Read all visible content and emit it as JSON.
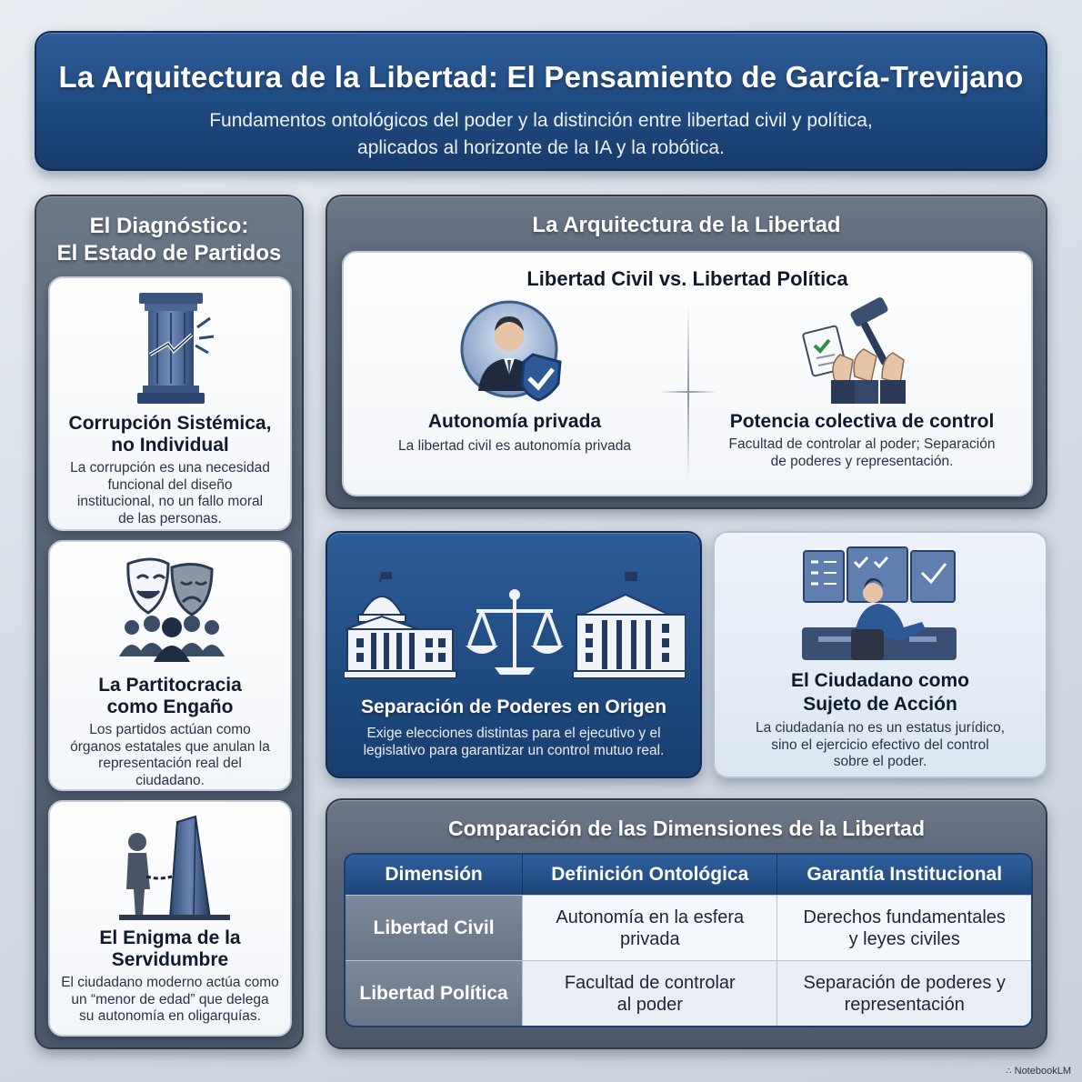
{
  "header": {
    "title": "La Arquitectura de la Libertad: El Pensamiento de García-Trevijano",
    "subtitle_line1": "Fundamentos ontológicos del poder y la distinción entre libertad civil y política,",
    "subtitle_line2": "aplicados al horizonte de la IA y la robótica."
  },
  "diagnosis": {
    "title_line1": "El Diagnóstico:",
    "title_line2": "El Estado de Partidos",
    "cards": [
      {
        "icon": "broken-column-icon",
        "title_line1": "Corrupción Sistémica,",
        "title_line2": "no Individual",
        "desc_lines": [
          "La corrupción es una necesidad",
          "funcional del diseño",
          "institucional, no un fallo moral",
          "de las personas."
        ]
      },
      {
        "icon": "theater-masks-icon",
        "title_line1": "La Partitocracia",
        "title_line2": "como Engaño",
        "desc_lines": [
          "Los partidos actúan como",
          "órganos estatales que anulan la",
          "representación real del",
          "ciudadano."
        ]
      },
      {
        "icon": "chained-man-monolith-icon",
        "title_line1": "El Enigma de la",
        "title_line2": "Servidumbre",
        "desc_lines": [
          "El ciudadano moderno actúa como",
          "un “menor de edad” que delega",
          "su autonomía en oligarquías."
        ]
      }
    ]
  },
  "architecture": {
    "title": "La Arquitectura de la Libertad",
    "comparison_title": "Libertad Civil vs. Libertad Política",
    "civil": {
      "icon": "person-shield-icon",
      "title": "Autonomía privada",
      "desc": "La libertad civil es autonomía privada"
    },
    "political": {
      "icon": "gavel-hands-icon",
      "title": "Potencia colectiva de control",
      "desc_line1": "Facultad de controlar al poder; Separación",
      "desc_line2": "de poderes y representación."
    }
  },
  "separation": {
    "icon": "buildings-scales-icon",
    "title": "Separación de Poderes en Origen",
    "desc_line1": "Exige elecciones distintas para el ejecutivo y el",
    "desc_line2": "legislativo para garantizar un control mutuo real."
  },
  "citizen": {
    "icon": "citizen-control-panel-icon",
    "title_line1": "El Ciudadano como",
    "title_line2": "Sujeto de Acción",
    "desc_lines": [
      "La ciudadanía no es un estatus jurídico,",
      "sino el ejercicio efectivo del control",
      "sobre el poder."
    ]
  },
  "table": {
    "title": "Comparación de las Dimensiones de la Libertad",
    "headers": [
      "Dimensión",
      "Definición Ontológica",
      "Garantía Institucional"
    ],
    "rows": [
      {
        "dimension": "Libertad Civil",
        "definition_line1": "Autonomía en la esfera",
        "definition_line2": "privada",
        "guarantee_line1": "Derechos fundamentales",
        "guarantee_line2": "y leyes civiles"
      },
      {
        "dimension": "Libertad Política",
        "definition_line1": "Facultad de controlar",
        "definition_line2": "al poder",
        "guarantee_line1": "Separación de poderes y",
        "guarantee_line2": "representación"
      }
    ]
  },
  "footer": {
    "brand": "NotebookLM"
  },
  "colors": {
    "navy": "#1f4a80",
    "slate": "#5a6677",
    "card": "#f4f7fb"
  }
}
